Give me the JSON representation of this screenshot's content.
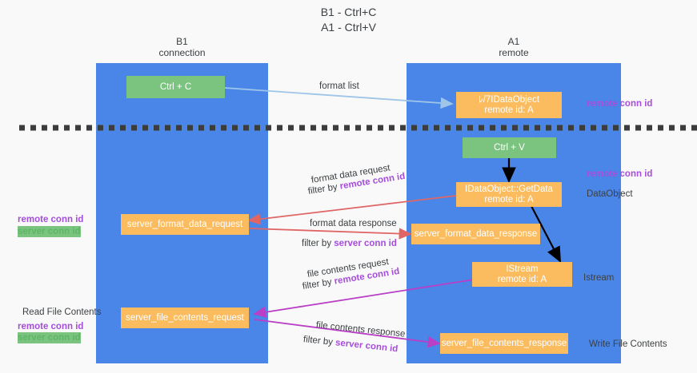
{
  "title": {
    "line1": "B1 - Ctrl+C",
    "line2": "A1 - Ctrl+V"
  },
  "columns": [
    {
      "name": "left",
      "title": "B1",
      "subtitle": "connection"
    },
    {
      "name": "right",
      "title": "A1",
      "subtitle": "remote"
    }
  ],
  "nodes": {
    "ctrl_c": {
      "line1": "Ctrl + C",
      "line2": ""
    },
    "ctrl_v": {
      "line1": "Ctrl + V",
      "line2": ""
    },
    "idataobject": {
      "line1": "ﾚ/7IDataObject",
      "line2": "remote id: A"
    },
    "getdata": {
      "line1": "IDataObject::GetData",
      "line2": "remote id: A"
    },
    "istream": {
      "line1": "IStream",
      "line2": "remote id: A"
    },
    "server_format_data_request": {
      "line1": "server_format_data_request",
      "line2": ""
    },
    "server_format_data_response": {
      "line1": "server_format_data_response",
      "line2": ""
    },
    "server_file_contents_request": {
      "line1": "server_file_contents_request",
      "line2": ""
    },
    "server_file_contents_response": {
      "line1": "server_file_contents_response",
      "line2": ""
    }
  },
  "right_annotations": {
    "remote_conn_id_top": "remote conn id",
    "remote_conn_id_mid": "remote conn id",
    "dataobject": "DataObject",
    "istream": "Istream",
    "write_file_contents": "Write File Contents"
  },
  "left_annotations": {
    "remote_conn_id_mid": "remote conn id",
    "server_conn_id_mid": "server conn id",
    "read_file_contents": "Read File Contents",
    "remote_conn_id_bottom": "remote conn id",
    "server_conn_id_bottom": "server conn id"
  },
  "edge_labels": {
    "format_list": "format list",
    "format_data_request": "format data request",
    "format_data_request_filter_prefix": "filter by ",
    "format_data_request_filter_key": "remote conn id",
    "format_data_response": "format data response",
    "format_data_response_filter_prefix": "filter by ",
    "format_data_response_filter_key": "server conn id",
    "file_contents_request": "file contents request",
    "file_contents_request_filter_prefix": "filter by ",
    "file_contents_request_filter_key": "remote conn id",
    "file_contents_response": "file contents response",
    "file_contents_response_filter_prefix": "filter by ",
    "file_contents_response_filter_key": "server conn id"
  },
  "colors": {
    "column": "#4a86e8",
    "green_node": "#7bc47f",
    "orange_node": "#fbbc5f",
    "purple": "#a64ddb",
    "green_text": "#5fb568",
    "red_arrow": "#e06666",
    "magenta_arrow": "#b93fc6",
    "blue_arrow": "#9fc5e8",
    "black_arrow": "#000000",
    "background": "#f9f9f9"
  }
}
